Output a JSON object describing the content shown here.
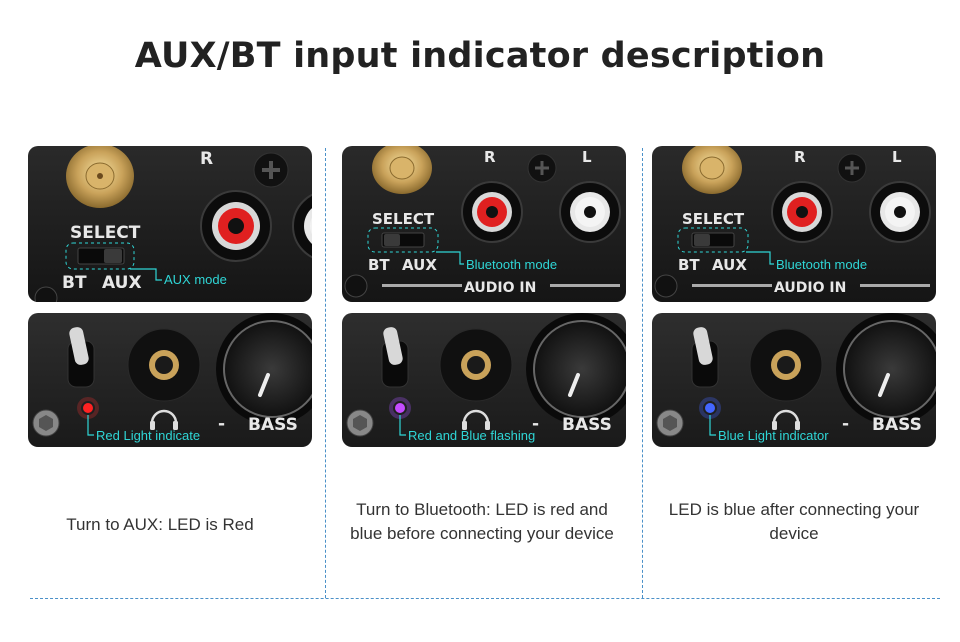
{
  "title": "AUX/BT input indicator description",
  "labels": {
    "select": "SELECT",
    "bt": "BT",
    "aux": "AUX",
    "r": "R",
    "l": "L",
    "audio_in": "AUDIO IN",
    "bass": "BASS",
    "minus": "-"
  },
  "columns": [
    {
      "switch_annotation": "AUX mode",
      "led_annotation": "Red Light indicate",
      "led_color": "#ff2222",
      "description": "Turn to AUX: LED is Red"
    },
    {
      "switch_annotation": "Bluetooth mode",
      "led_annotation": "Red and Blue flashing",
      "led_color": "#c44cff",
      "description": "Turn to Bluetooth: LED is red and blue before connecting your device"
    },
    {
      "switch_annotation": "Bluetooth mode",
      "led_annotation": "Blue Light indicator",
      "led_color": "#4466ff",
      "description": "LED is blue after connecting your device"
    }
  ],
  "colors": {
    "accent": "#2fd6d6",
    "divider": "#4a90c8",
    "panel": "#1c1c1c"
  }
}
